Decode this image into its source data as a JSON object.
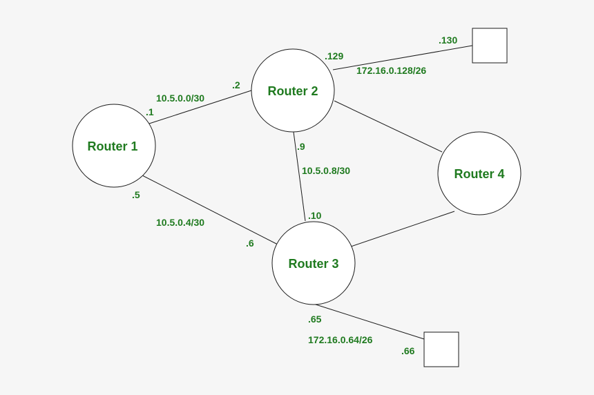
{
  "colors": {
    "background": "#f6f6f6",
    "label_green": "#1f7a1f",
    "line": "#1a1a1a",
    "node_fill": "#ffffff"
  },
  "routers": {
    "r1": "Router 1",
    "r2": "Router 2",
    "r3": "Router 3",
    "r4": "Router 4"
  },
  "subnets": {
    "r1_r2": "10.5.0.0/30",
    "r1_r3": "10.5.0.4/30",
    "r2_r3": "10.5.0.8/30",
    "r2_host": "172.16.0.128/26",
    "r3_host": "172.16.0.64/26"
  },
  "interfaces": {
    "r1_to_r2": ".1",
    "r2_to_r1": ".2",
    "r1_to_r3": ".5",
    "r3_to_r1": ".6",
    "r2_to_r3": ".9",
    "r3_to_r2": ".10",
    "r2_to_host": ".129",
    "host_r2": ".130",
    "r3_to_host": ".65",
    "host_r3": ".66"
  }
}
